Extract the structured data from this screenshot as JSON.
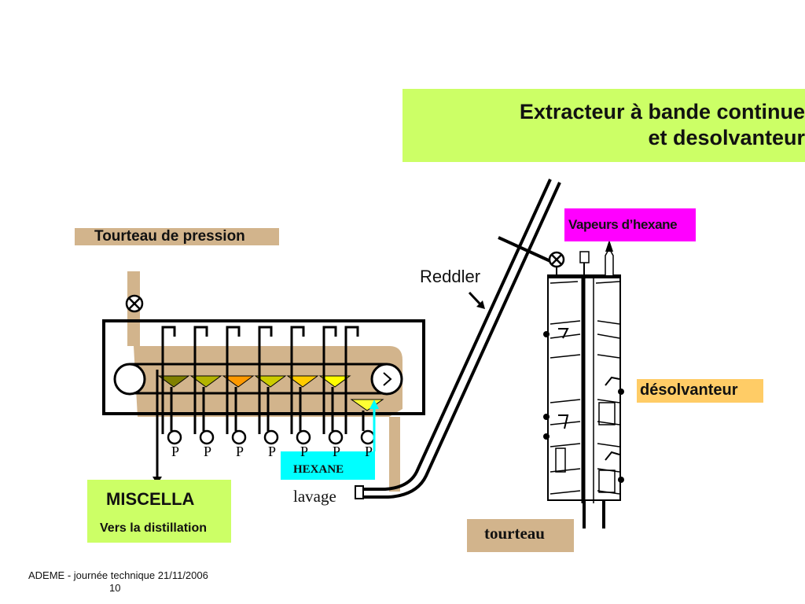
{
  "title": {
    "line1": "Extracteur à bande continue",
    "line2": "et desolvanteur"
  },
  "labels": {
    "tourteau_de_pression": "Tourteau de pression",
    "vapeurs_hexane": "Vapeurs d’hexane",
    "reddler": "Reddler",
    "desolvanteur": "désolvanteur",
    "miscella": "MISCELLA",
    "vers_distillation": "Vers la distillation",
    "hexane": "HEXANE",
    "lavage": "lavage",
    "tourteau": "tourteau",
    "pump_letter": "P"
  },
  "pumps": [
    "P",
    "P",
    "P",
    "P",
    "P",
    "P",
    "P"
  ],
  "footer": {
    "text": "ADEME - journée technique 21/11/2006",
    "page": "10"
  },
  "colors": {
    "title_bg": "#ccff66",
    "tan": "#d2b48c",
    "magenta": "#ff00ff",
    "cyan": "#00ffff",
    "green_box": "#ccff66",
    "orange_box": "#ffcc66",
    "hopper_colors": [
      "#808000",
      "#b3b300",
      "#ff9900",
      "#cccc00",
      "#ffcc00",
      "#ffff00",
      "#ffff33"
    ]
  }
}
